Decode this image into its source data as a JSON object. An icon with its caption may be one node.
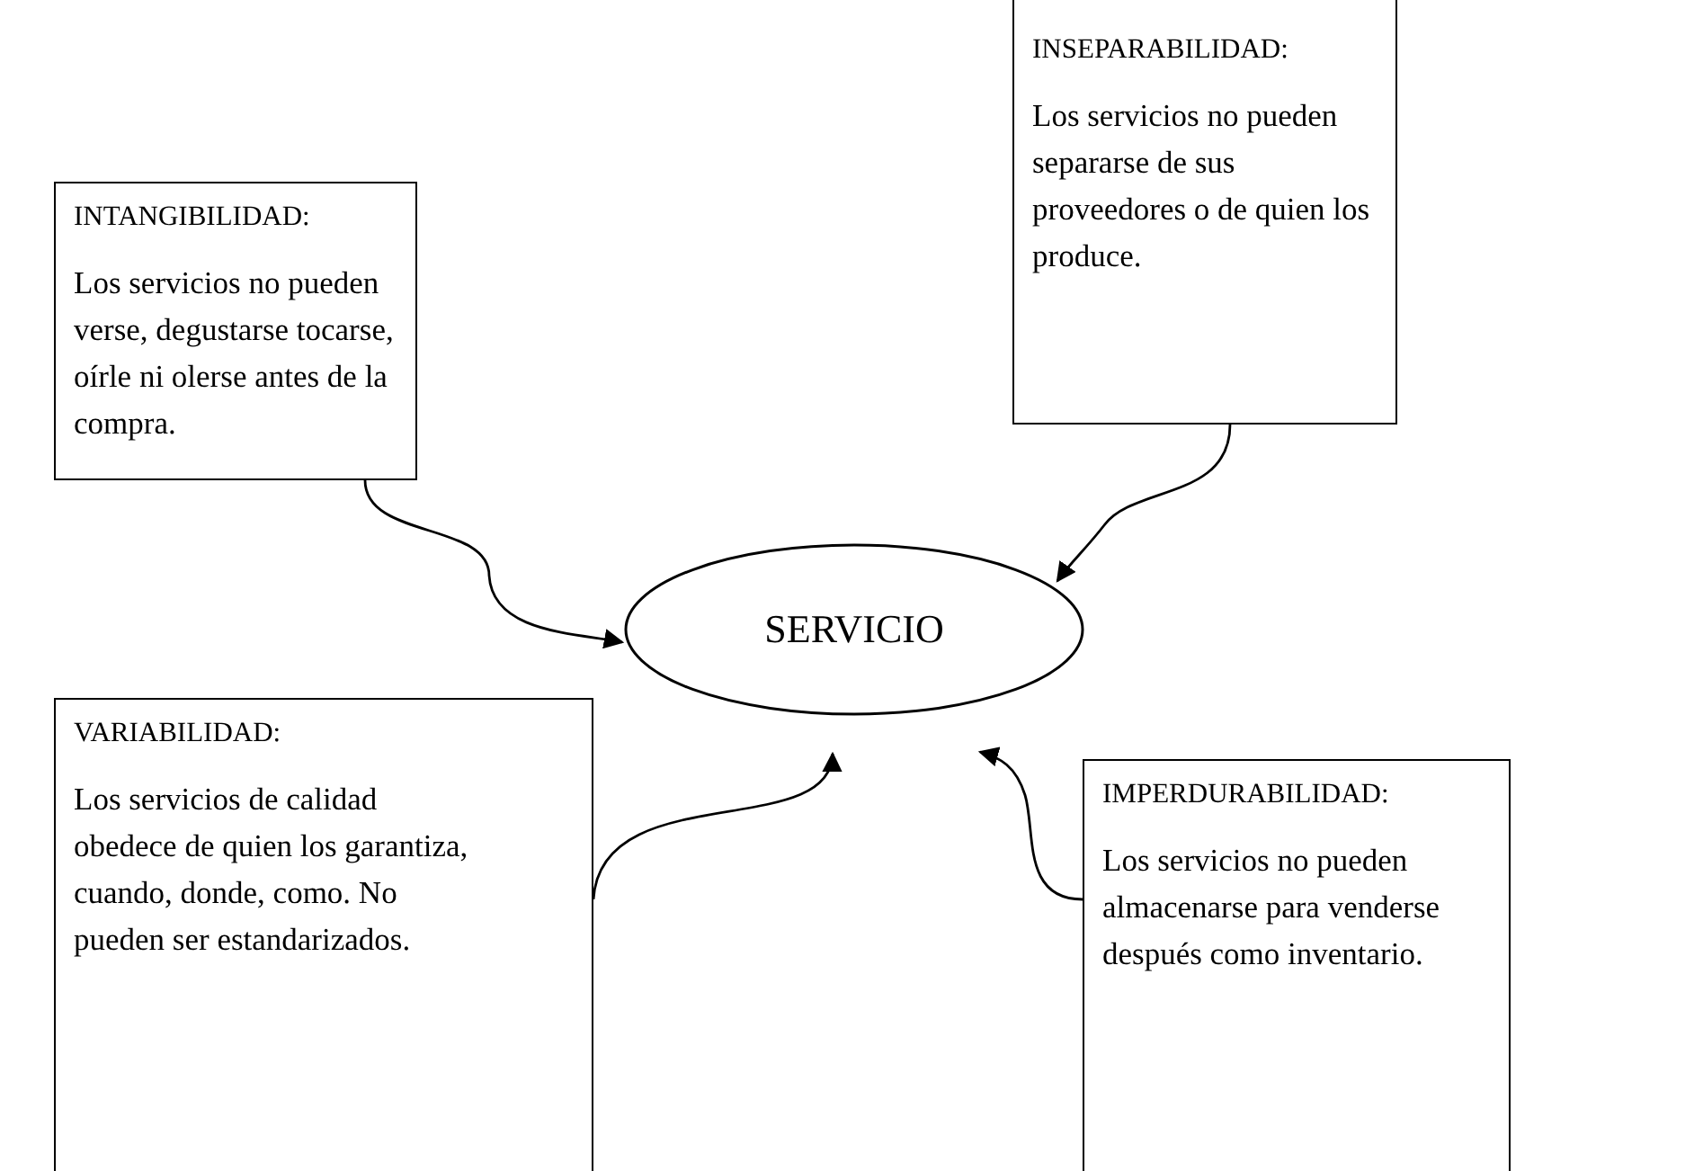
{
  "diagram": {
    "nodes": [
      {
        "text": [
          "INTANGIBILIDAD:",
          "Los servicios no pueden verse, degustarse tocarse, oírle ni olerse antes de la compra."
        ]
      },
      {
        "text": [
          "INSEPARABILIDAD:",
          "Los servicios no pueden separarse de sus proveedores o de quien los produce."
        ]
      },
      {
        "text": [
          "SERVICIO"
        ]
      },
      {
        "text": [
          "VARIABILIDAD:",
          "Los servicios de calidad obedece de quien los garantiza, cuando, donde, como. No pueden ser estandarizados."
        ]
      },
      {
        "text": [
          "IMPERDURABILIDAD:",
          "Los servicios no pueden almacenarse para venderse después como inventario."
        ]
      }
    ],
    "edges": [
      {
        "from": 0,
        "to": 2,
        "arrow": "to"
      },
      {
        "from": 1,
        "to": 2,
        "arrow": "to"
      },
      {
        "from": 3,
        "to": 2,
        "arrow": "to"
      },
      {
        "from": 4,
        "to": 2,
        "arrow": "to"
      }
    ]
  }
}
